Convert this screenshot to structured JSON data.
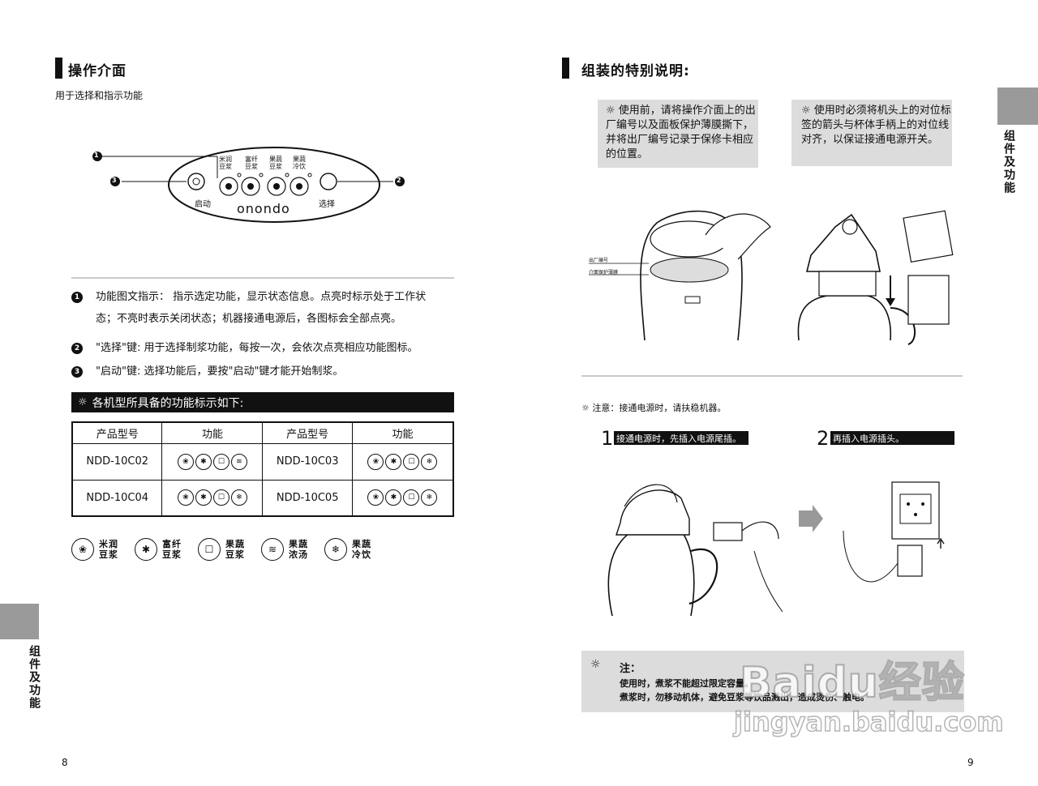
{
  "left": {
    "heading": "操作介面",
    "subtitle": "用于选择和指示功能",
    "panel": {
      "labels_top": [
        "米润\n豆浆",
        "富纤\n豆浆",
        "果蔬\n豆浆",
        "果蔬\n冷饮"
      ],
      "start_label": "启动",
      "select_label": "选择",
      "brand": "onondo"
    },
    "callouts": [
      "1",
      "2",
      "3"
    ],
    "items": [
      {
        "n": "1",
        "text": "功能图文指示： 指示选定功能，显示状态信息。点亮时标示处于工作状"
      },
      {
        "n": "",
        "text": "态；不亮时表示关闭状态；机器接通电源后，各图标会全部点亮。"
      },
      {
        "n": "2",
        "text": "\"选择\"键:   用于选择制浆功能，每按一次，会依次点亮相应功能图标。"
      },
      {
        "n": "3",
        "text": "\"启动\"键:   选择功能后，要按\"启动\"键才能开始制浆。"
      }
    ],
    "banner": "各机型所具备的功能标示如下:",
    "table": {
      "headers": [
        "产品型号",
        "功能",
        "产品型号",
        "功能"
      ],
      "rows": [
        [
          "NDD-10C02",
          "NDD-10C03"
        ],
        [
          "NDD-10C04",
          "NDD-10C05"
        ]
      ]
    },
    "legend": [
      "米润\n豆浆",
      "富纤\n豆浆",
      "果蔬\n豆浆",
      "果蔬\n浓汤",
      "果蔬\n冷饮"
    ],
    "side_tab": "组件及功能",
    "page_number": "8"
  },
  "right": {
    "heading": "组装的特别说明:",
    "box1": "使用前，请将操作介面上的出厂编号以及面板保护薄膜撕下，并将出厂编号记录于保修卡相应的位置。",
    "box2": "使用时必须将机头上的对位标签的箭头与杯体手柄上的对位线对齐，以保证接通电源开关。",
    "diagram_labels": [
      "出厂编号",
      "介面保护薄膜"
    ],
    "notice": "注意：接通电源时，请扶稳机器。",
    "step1": {
      "n": "1",
      "text": "接通电源时，先插入电源尾插。"
    },
    "step2": {
      "n": "2",
      "text": "再插入电源插头。"
    },
    "note_title": "注：",
    "note_lines": [
      "使用时，煮浆不能超过限定容量。",
      "煮浆时，勿移动机体，避免豆浆等饮品溅出，造成烫伤、触电。"
    ],
    "side_tab": "组件及功能",
    "page_number": "9",
    "watermark": "Baidu经验",
    "watermark_url": "jingyan.baidu.com"
  }
}
